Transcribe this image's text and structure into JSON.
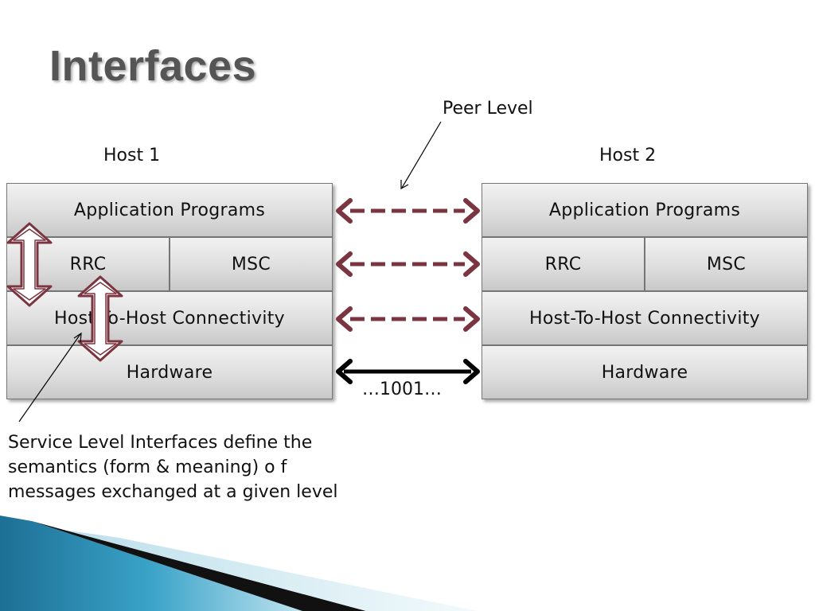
{
  "slide": {
    "title": "Interfaces",
    "peer_label": "Peer Level",
    "binary_label": "…1001…"
  },
  "hosts": [
    {
      "name": "Host 1",
      "application": "Application Programs",
      "rrc": "RRC",
      "msc": "MSC",
      "connectivity": "Host-To-Host Connectivity",
      "hardware": "Hardware"
    },
    {
      "name": "Host 2",
      "application": "Application Programs",
      "rrc": "RRC",
      "msc": "MSC",
      "connectivity": "Host-To-Host Connectivity",
      "hardware": "Hardware"
    }
  ],
  "caption": {
    "lines": [
      "Service Level Interfaces define the",
      "semantics (form & meaning) o f",
      "messages exchanged at a given level"
    ]
  },
  "colors": {
    "peer_arrow": "#7b3540",
    "wire_arrow": "#000000",
    "accent_teal": "#2a8cb0"
  }
}
